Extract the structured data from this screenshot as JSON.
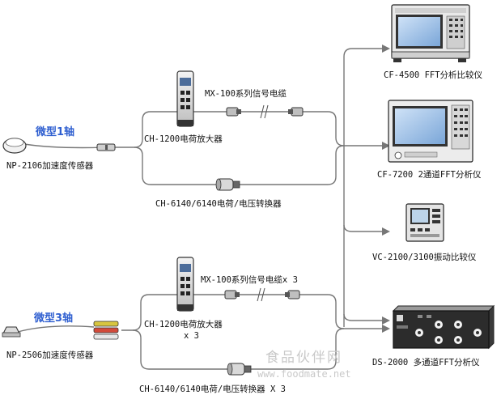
{
  "sensors": {
    "s1_title": "微型1轴",
    "s1_model": "NP-2106加速度传感器",
    "s3_title": "微型3轴",
    "s3_model": "NP-2506加速度传感器"
  },
  "path_top": {
    "amp_label": "CH-1200电荷放大器",
    "cable_label": "MX-100系列信号电缆",
    "conv_label": "CH-6140/6140电荷/电压转换器"
  },
  "path_bottom": {
    "amp_label": "CH-1200电荷放大器",
    "amp_qty": "x 3",
    "cable_label": "MX-100系列信号电缆x 3",
    "conv_label": "CH-6140/6140电荷/电压转换器 X 3"
  },
  "devices": {
    "cf4500": "CF-4500 FFT分析比较仪",
    "cf7200": "CF-7200 2通道FFT分析仪",
    "vc2100": "VC-2100/3100振动比较仪",
    "ds2000": "DS-2000 多通道FFT分析仪"
  },
  "watermark": {
    "cn": "食品伙伴网",
    "en": "www.foodmate.net"
  },
  "colors": {
    "accent_blue": "#2f5fd0",
    "line_gray": "#777777"
  }
}
